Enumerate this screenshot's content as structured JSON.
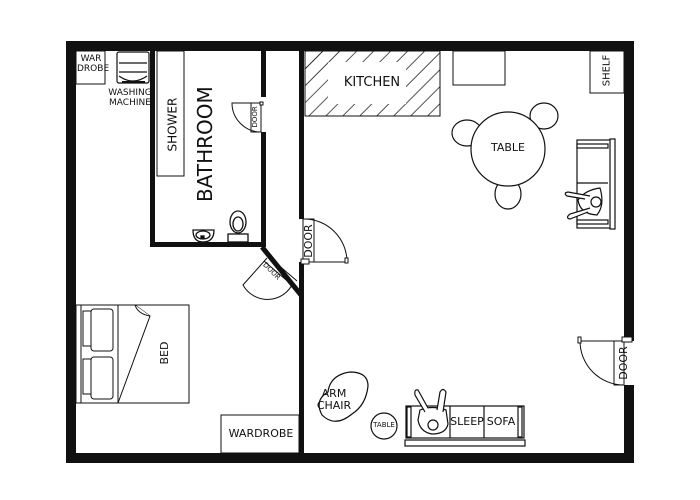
{
  "plan": {
    "title": "Apartment floor plan",
    "wall_color": "#111111",
    "background": "#ffffff"
  },
  "rooms": {
    "bathroom": {
      "label": "BATHROOM"
    },
    "kitchen": {
      "label": "KITCHEN"
    },
    "bedroom": {
      "label": ""
    },
    "living": {
      "label": ""
    }
  },
  "furniture": {
    "small_wardrobe": {
      "line1": "WAR",
      "line2": "DROBE"
    },
    "washing_machine": {
      "line1": "WASHING",
      "line2": "MACHINE"
    },
    "shower": {
      "label": "SHOWER"
    },
    "shelf": {
      "label": "SHELF"
    },
    "dining_table": {
      "label": "TABLE"
    },
    "bed": {
      "label": "BED"
    },
    "wardrobe": {
      "label": "WARDROBE"
    },
    "arm_chair": {
      "line1": "ARM",
      "line2": "CHAIR"
    },
    "side_table": {
      "label": "TABLE"
    },
    "sleep_sofa": {
      "word1": "SLEEP",
      "word2": "SOFA"
    }
  },
  "doors": {
    "bathroom_door": {
      "label": "DOOR"
    },
    "bedroom_door": {
      "label": "DOOR"
    },
    "living_door": {
      "label": "DOOR"
    },
    "entrance_door": {
      "label": "DOOR"
    }
  }
}
